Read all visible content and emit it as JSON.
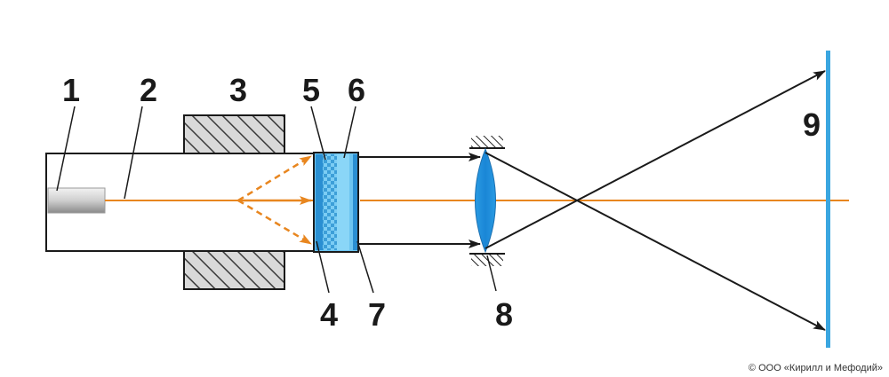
{
  "labels": {
    "l1": "1",
    "l2": "2",
    "l3": "3",
    "l4": "4",
    "l5": "5",
    "l6": "6",
    "l7": "7",
    "l8": "8",
    "l9": "9"
  },
  "copyright": "© ООО «Кирилл и Мефодий»",
  "colors": {
    "beam": "#e8861f",
    "lens": "#1e8fdc",
    "screen": "#3aa6e0",
    "element_fill": "#6cc4f0",
    "element_stripe": "#3d9fd8",
    "outline": "#1a1a1a",
    "hatch_bg": "#d6d6d6"
  }
}
